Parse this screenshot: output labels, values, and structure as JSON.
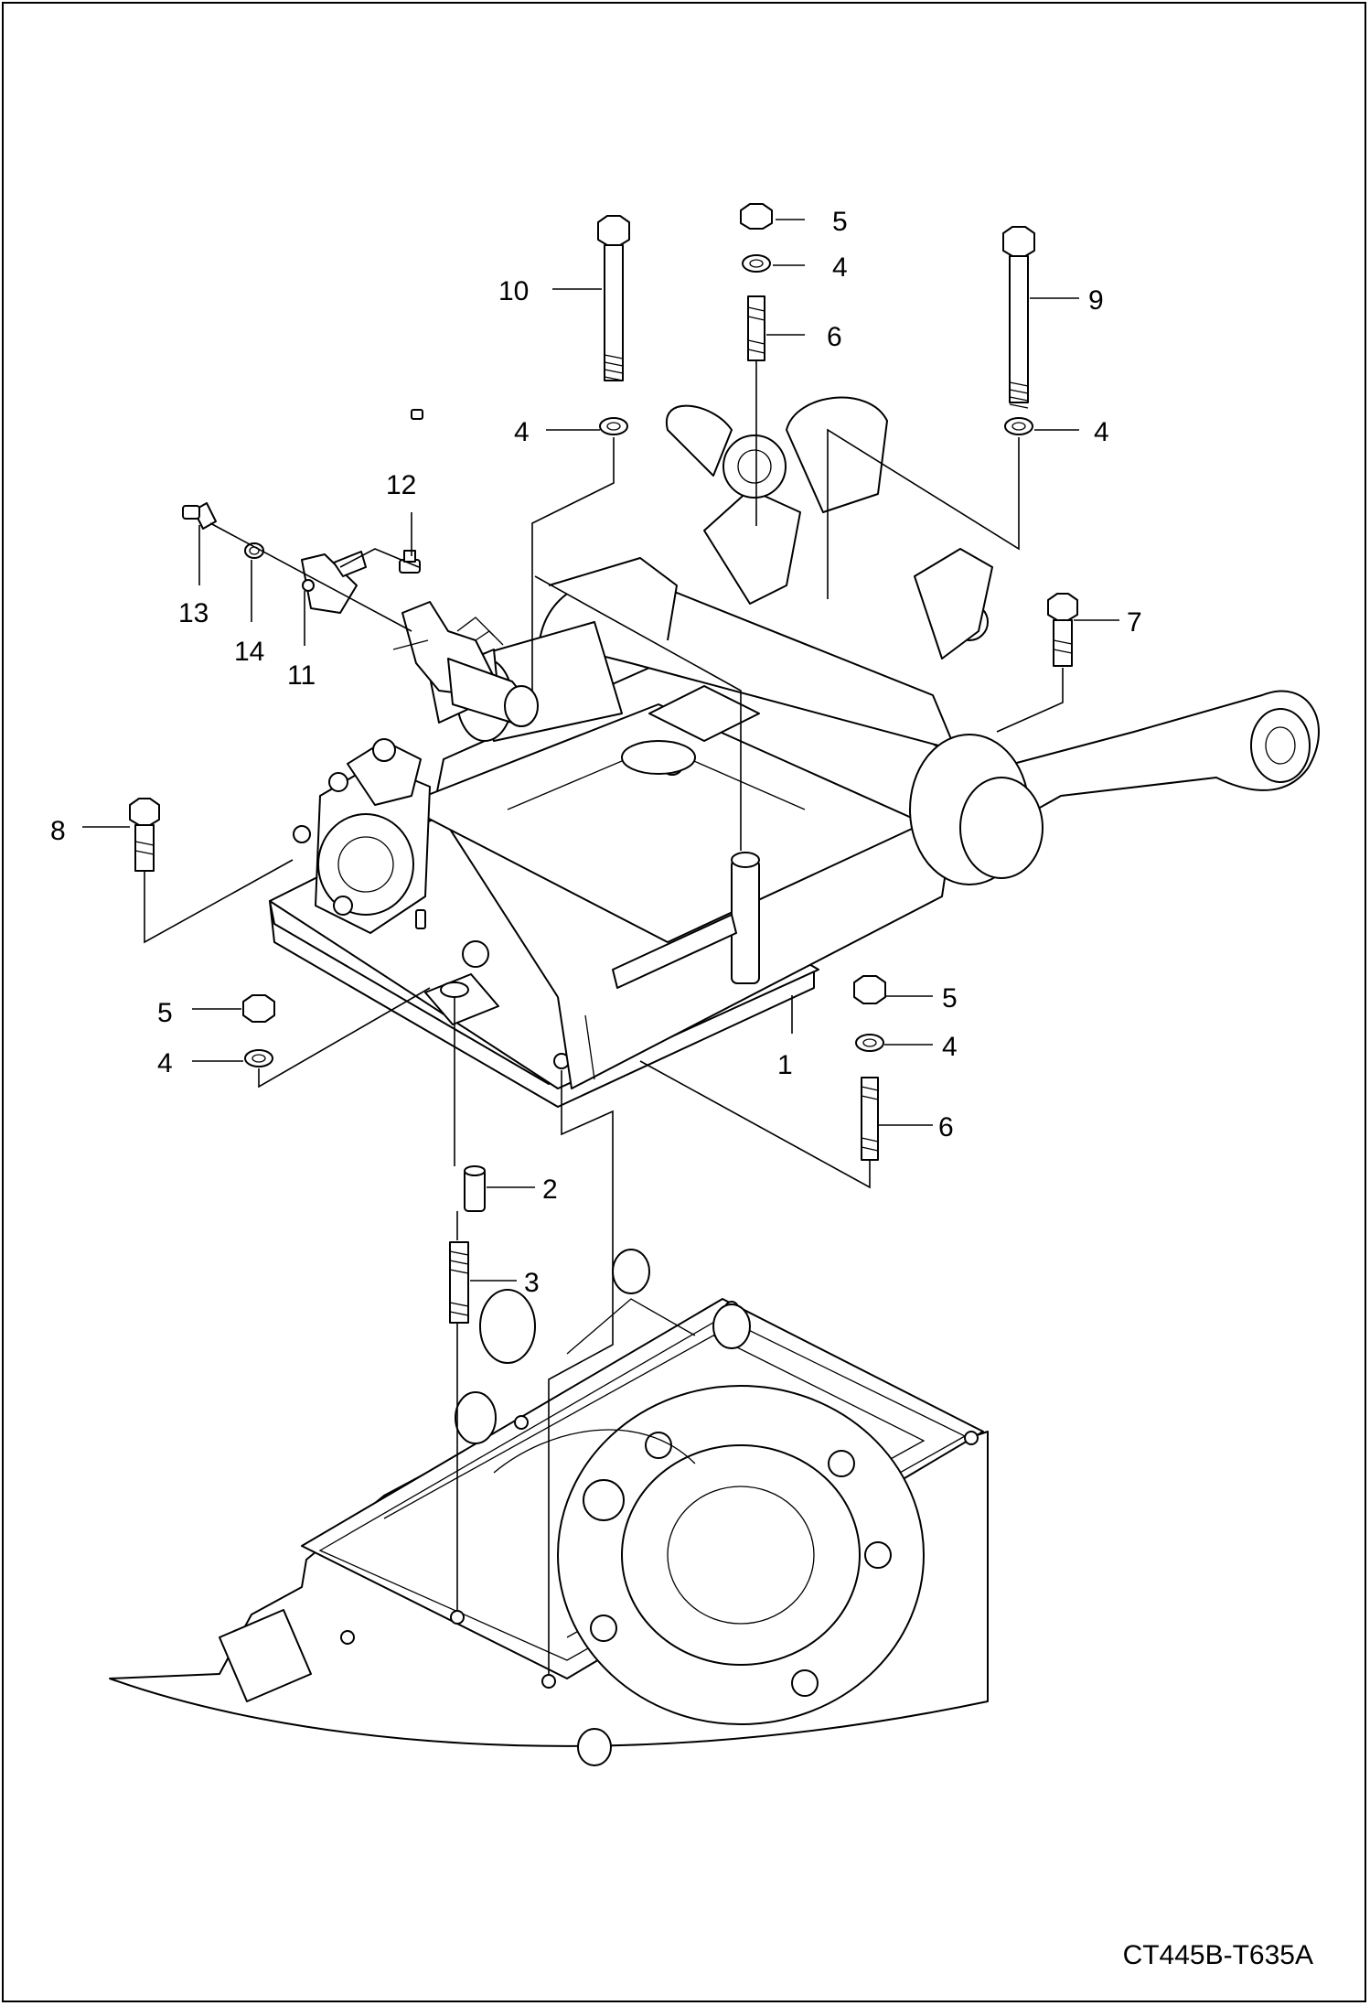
{
  "diagram_code": "CT445B-T635A",
  "callouts": {
    "c1": "1",
    "c2": "2",
    "c3": "3",
    "c4a": "4",
    "c4b": "4",
    "c4c": "4",
    "c4d": "4",
    "c5a": "5",
    "c5b": "5",
    "c5c": "5",
    "c6a": "6",
    "c6b": "6",
    "c7": "7",
    "c8": "8",
    "c9": "9",
    "c10": "10",
    "c11": "11",
    "c12": "12",
    "c13": "13",
    "c14": "14"
  }
}
